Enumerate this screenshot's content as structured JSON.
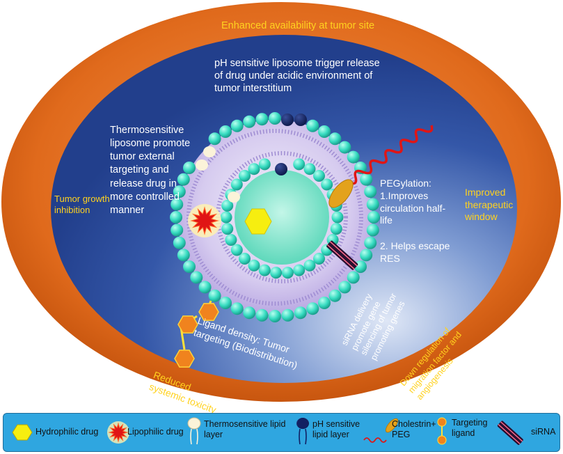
{
  "outer_ring": {
    "top": "Enhanced availability at tumor site",
    "left": "Tumor growth inhibition",
    "right": "Improved therapeutic window",
    "bottom_left": "Reduced systemic toxicity",
    "bottom_right": "Down regulation of migration factor and angiogenesis"
  },
  "inner_ring": {
    "ph": "pH sensitive liposome trigger release of drug under acidic environment of tumor interstitium",
    "thermo": "Thermosensitive liposome promote tumor external targeting and release drug in more controlled manner",
    "peg_title": "PEGylation:",
    "peg_1": "1.Improves circulation half-life",
    "peg_2": "2. Helps escape RES",
    "sirna": "siRNA delivery promote gene silencing of tumor promoting genes",
    "ligand": "Ligand density: Tumor targeting (Biodistribution)"
  },
  "legend": {
    "hydrophilic": "Hydrophilic drug",
    "lipophilic": "Lipophilic drug",
    "thermo": "Thermosensitive lipid layer",
    "ph": "pH sensitive lipid layer",
    "peg": "Cholestrin+ PEG",
    "ligand": "Targeting ligand",
    "sirna": "siRNA"
  },
  "colors": {
    "outer_ring": "#e36f1e",
    "inner_disc": "#2a4fa0",
    "bead": "#3ee6c9",
    "label_yellow": "#ffd21f",
    "legend_bg": "#2fa6e0"
  }
}
